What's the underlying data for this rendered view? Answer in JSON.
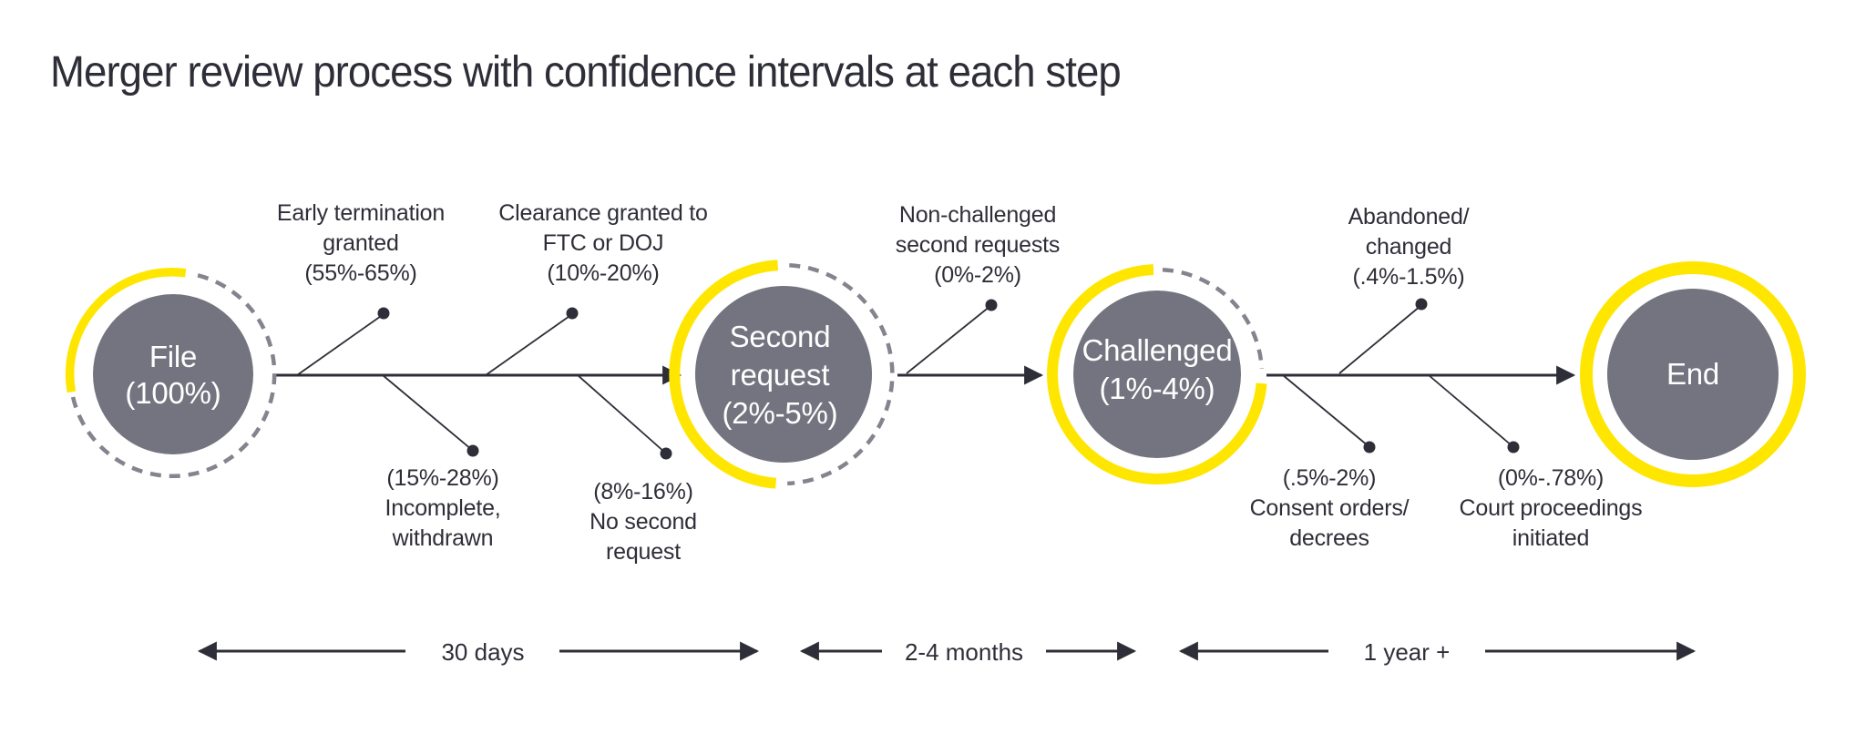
{
  "title": "Merger review process with confidence intervals at each step",
  "colors": {
    "accent_yellow": "#FFE600",
    "node_fill": "#747480",
    "text_dark": "#2E2E38",
    "dashed_ring": "#84848E",
    "background": "#FFFFFF"
  },
  "nodes": [
    {
      "name": "File",
      "confidence": "100%",
      "label": "File\n(100%)",
      "yellow_arc": "quarter"
    },
    {
      "name": "Second request",
      "confidence": "2%-5%",
      "label": "Second\nrequest\n(2%-5%)",
      "yellow_arc": "half"
    },
    {
      "name": "Challenged",
      "confidence": "1%-4%",
      "label": "Challenged\n(1%-4%)",
      "yellow_arc": "three-quarters"
    },
    {
      "name": "End",
      "confidence": "",
      "label": "End",
      "yellow_arc": "full"
    }
  ],
  "branches": [
    {
      "label": "Early termination\ngranted\n(55%-65%)",
      "position": "above",
      "segment": "File to Second request"
    },
    {
      "label": "Clearance granted to\nFTC or DOJ\n(10%-20%)",
      "position": "above",
      "segment": "File to Second request"
    },
    {
      "label": "(15%-28%)\nIncomplete,\nwithdrawn",
      "position": "below",
      "segment": "File to Second request"
    },
    {
      "label": "(8%-16%)\nNo second\nrequest",
      "position": "below",
      "segment": "File to Second request"
    },
    {
      "label": "Non-challenged\nsecond requests\n(0%-2%)",
      "position": "above",
      "segment": "Second request to Challenged"
    },
    {
      "label": "Abandoned/\nchanged\n(.4%-1.5%)",
      "position": "above",
      "segment": "Challenged to End"
    },
    {
      "label": "(.5%-2%)\nConsent orders/\ndecrees",
      "position": "below",
      "segment": "Challenged to End"
    },
    {
      "label": "(0%-.78%)\nCourt proceedings\ninitiated",
      "position": "below",
      "segment": "Challenged to End"
    }
  ],
  "timeline": [
    {
      "label": "30 days",
      "segment": "File to Second request"
    },
    {
      "label": "2-4 months",
      "segment": "Second request to Challenged"
    },
    {
      "label": "1 year +",
      "segment": "Challenged to End"
    }
  ]
}
